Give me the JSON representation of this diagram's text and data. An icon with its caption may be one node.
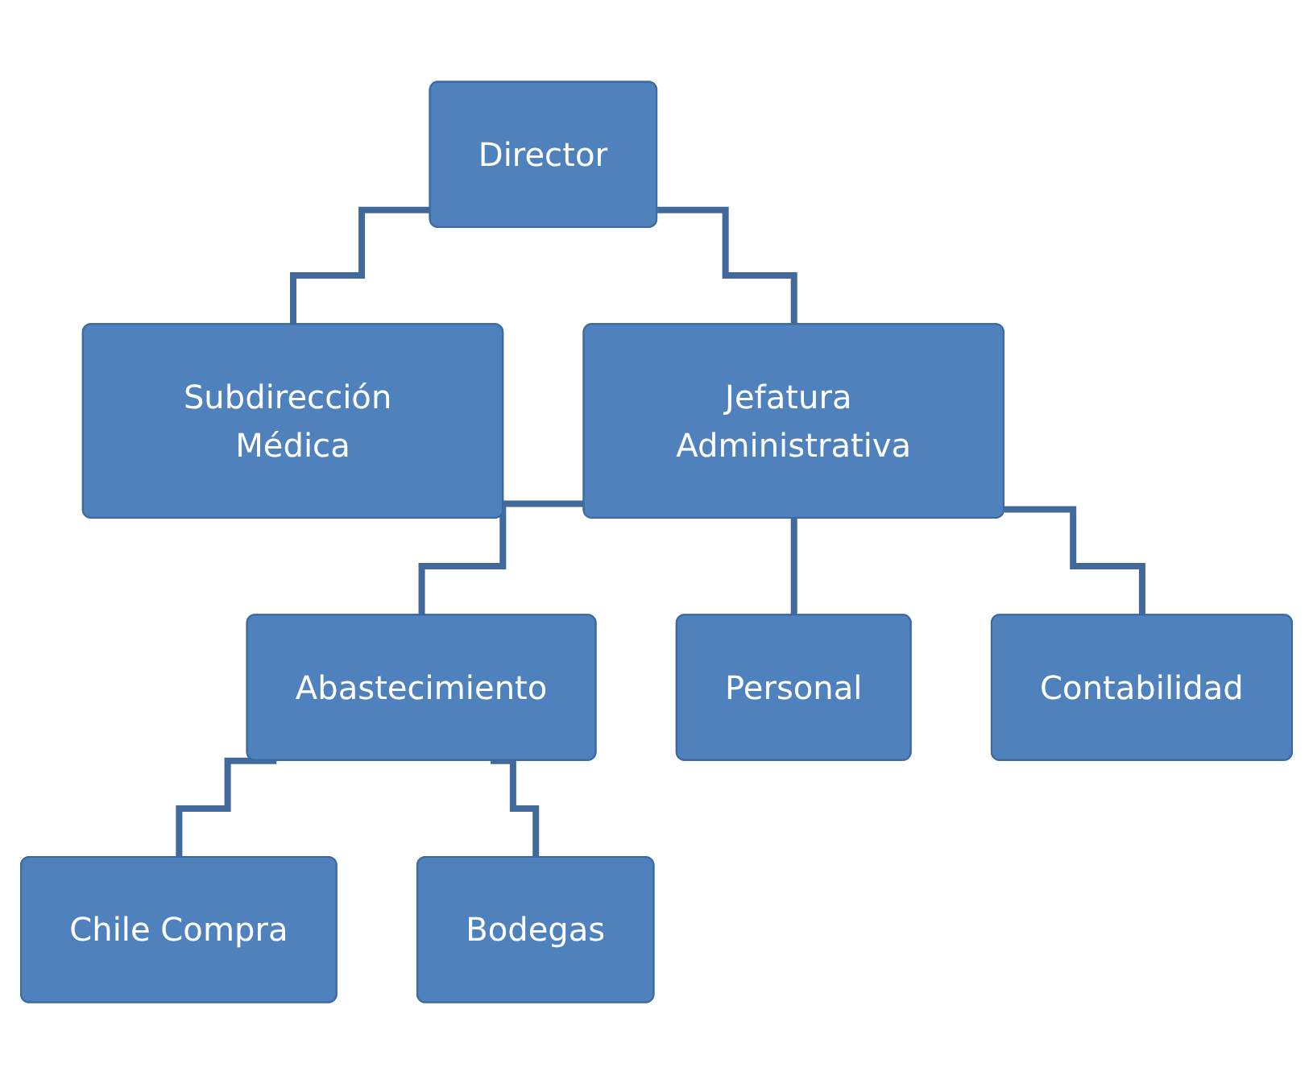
{
  "diagram": {
    "nodes": [
      {
        "text": [
          "Director"
        ]
      },
      {
        "text": [
          "Subdirección Médica"
        ]
      },
      {
        "text": [
          "Jefatura Administrativa"
        ]
      },
      {
        "text": [
          "Abastecimiento"
        ]
      },
      {
        "text": [
          "Personal"
        ]
      },
      {
        "text": [
          "Contabilidad"
        ]
      },
      {
        "text": [
          "Chile Compra"
        ]
      },
      {
        "text": [
          "Bodegas"
        ]
      }
    ],
    "edges": [
      {
        "from": 0,
        "to": 1,
        "arrow": "none"
      },
      {
        "from": 0,
        "to": 2,
        "arrow": "none"
      },
      {
        "from": 2,
        "to": 3,
        "arrow": "none"
      },
      {
        "from": 2,
        "to": 4,
        "arrow": "none"
      },
      {
        "from": 2,
        "to": 5,
        "arrow": "none"
      },
      {
        "from": 3,
        "to": 6,
        "arrow": "none"
      },
      {
        "from": 3,
        "to": 7,
        "arrow": "none"
      }
    ]
  }
}
